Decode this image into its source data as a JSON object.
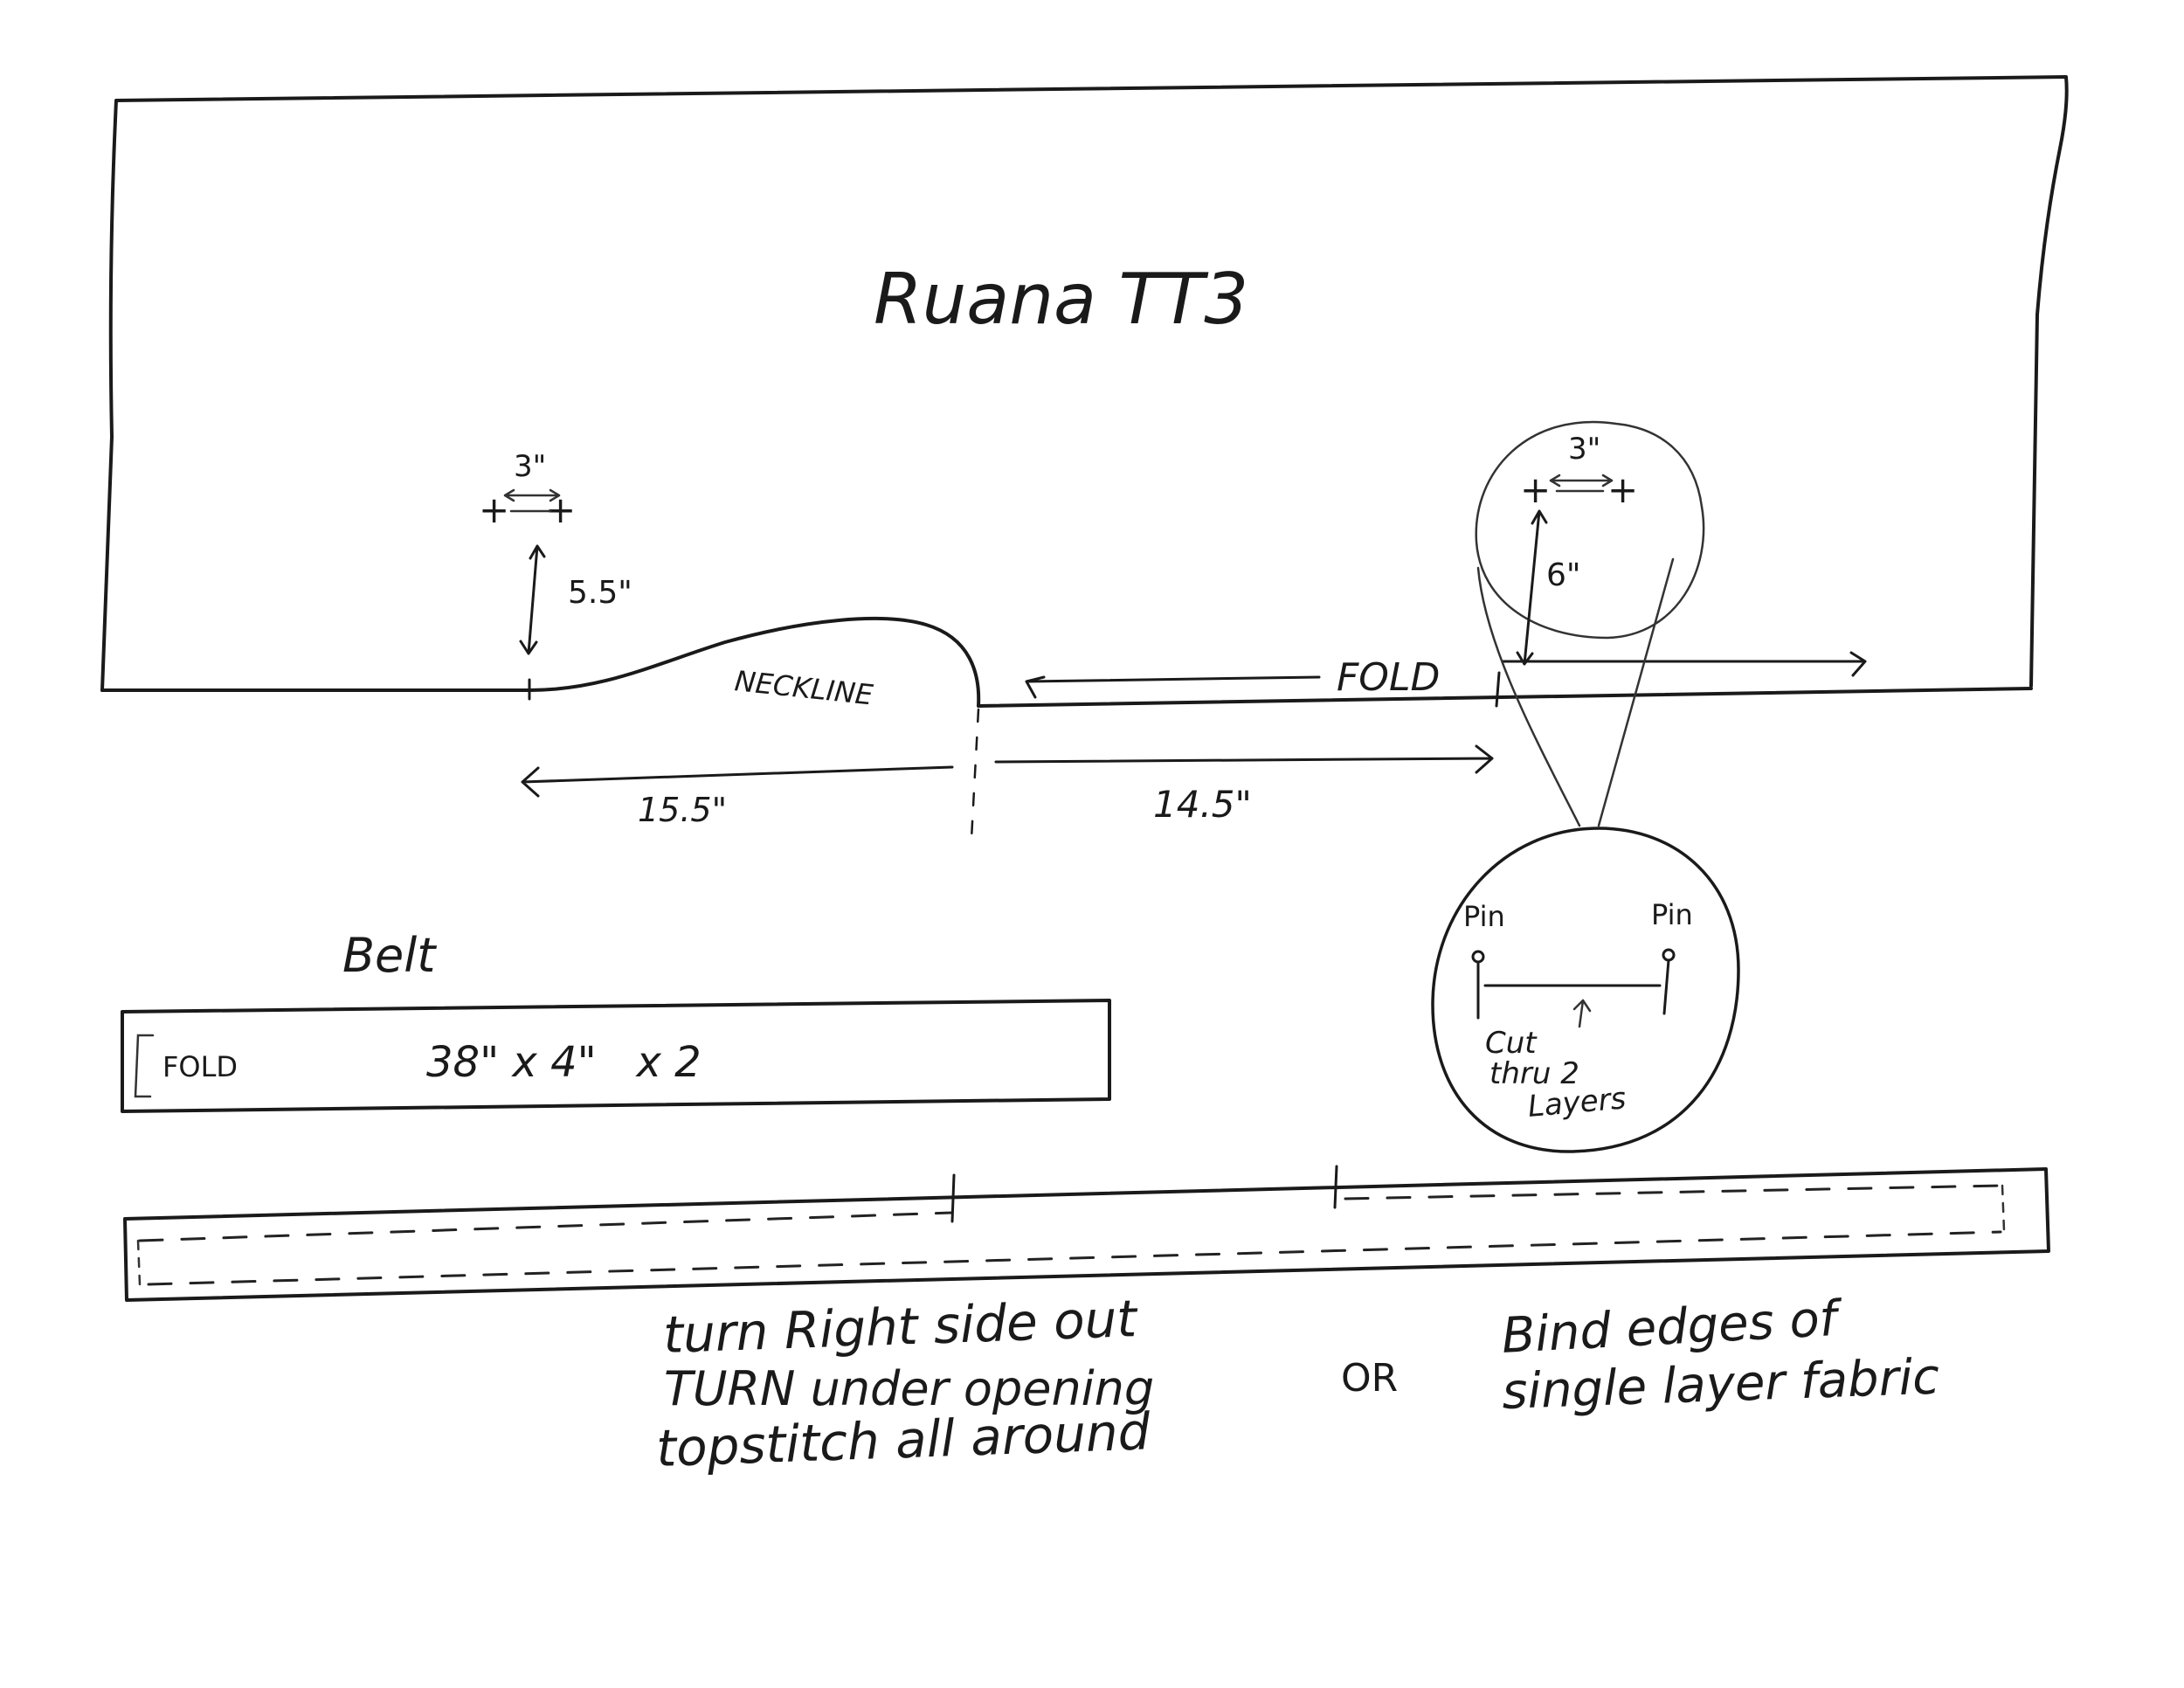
{
  "title": "Ruana TT3",
  "diagram": {
    "left_hole_width": "3\"",
    "left_hole_depth": "5.5\"",
    "neckline_label": "NECKLINE",
    "fold_label": "FOLD",
    "right_hole_width": "3\"",
    "right_hole_depth": "6\"",
    "left_length": "15.5\"",
    "right_length": "14.5\"",
    "pin_left": "Pin",
    "pin_right": "Pin",
    "cut_note_line1": "Cut",
    "cut_note_line2": "thru 2",
    "cut_note_line3": "Layers"
  },
  "belt": {
    "label": "Belt",
    "fold_label": "FOLD",
    "dimensions": "38\" x 4\"   x 2"
  },
  "instructions": {
    "line1": "turn Right side out",
    "line2": "TURN under opening",
    "line3": "topstitch all around",
    "or_label": "OR",
    "alt_line1": "Bind edges of",
    "alt_line2": "single layer fabric"
  }
}
